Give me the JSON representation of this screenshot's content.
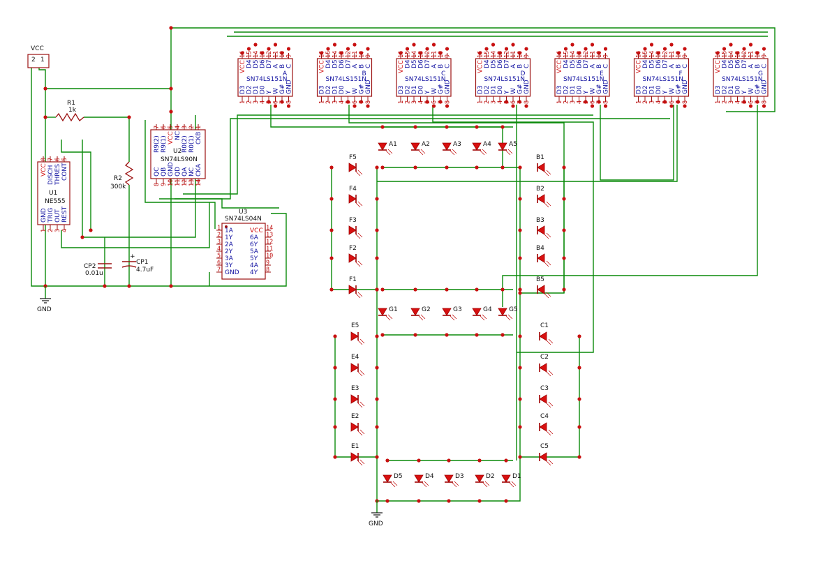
{
  "power": {
    "vcc_label": "VCC",
    "gnd_label": "GND",
    "vcc_pins": [
      "2",
      "1"
    ]
  },
  "resistors": [
    {
      "ref": "R1",
      "value": "1k"
    },
    {
      "ref": "R2",
      "value": "300k"
    }
  ],
  "capacitors": [
    {
      "ref": "CP2",
      "value": "0.01u"
    },
    {
      "ref": "CP1",
      "value": "4.7uF"
    }
  ],
  "u1": {
    "ref": "U1",
    "part": "NE555",
    "top_pins": [
      {
        "num": "8",
        "name": "VCC"
      },
      {
        "num": "7",
        "name": "DISCH"
      },
      {
        "num": "6",
        "name": "THRES"
      },
      {
        "num": "5",
        "name": "CONT"
      }
    ],
    "bottom_pins": [
      {
        "num": "1",
        "name": "GND"
      },
      {
        "num": "2",
        "name": "TRIG"
      },
      {
        "num": "3",
        "name": "OUT"
      },
      {
        "num": "4",
        "name": "REST"
      }
    ]
  },
  "u2": {
    "ref": "U2",
    "part": "SN74LS90N",
    "top_pins": [
      {
        "num": "7",
        "name": "R9(2)"
      },
      {
        "num": "6",
        "name": "R9(1)"
      },
      {
        "num": "5",
        "name": "VCC"
      },
      {
        "num": "4",
        "name": "NC"
      },
      {
        "num": "3",
        "name": "R0(2)"
      },
      {
        "num": "2",
        "name": "R0(1)"
      },
      {
        "num": "1",
        "name": "CKB"
      }
    ],
    "bottom_pins": [
      {
        "num": "8",
        "name": "QC"
      },
      {
        "num": "9",
        "name": "QB"
      },
      {
        "num": "10",
        "name": "GND"
      },
      {
        "num": "11",
        "name": "QD"
      },
      {
        "num": "12",
        "name": "QA"
      },
      {
        "num": "13",
        "name": "NC"
      },
      {
        "num": "14",
        "name": "CKA"
      }
    ]
  },
  "u3": {
    "ref": "U3",
    "part": "SN74LS04N",
    "left_pins": [
      {
        "num": "1",
        "name": "1A"
      },
      {
        "num": "2",
        "name": "1Y"
      },
      {
        "num": "3",
        "name": "2A"
      },
      {
        "num": "4",
        "name": "2Y"
      },
      {
        "num": "5",
        "name": "3A"
      },
      {
        "num": "6",
        "name": "3Y"
      },
      {
        "num": "7",
        "name": "GND"
      }
    ],
    "right_pins": [
      {
        "num": "14",
        "name": "VCC"
      },
      {
        "num": "13",
        "name": "6A"
      },
      {
        "num": "12",
        "name": "6Y"
      },
      {
        "num": "11",
        "name": "5A"
      },
      {
        "num": "10",
        "name": "5Y"
      },
      {
        "num": "9",
        "name": "4A"
      },
      {
        "num": "8",
        "name": "4Y"
      }
    ]
  },
  "mux": {
    "part": "SN74LS151N",
    "units": [
      "A",
      "B",
      "C",
      "D",
      "E",
      "F",
      "G"
    ],
    "top_pins": [
      {
        "num": "16",
        "name": "VCC"
      },
      {
        "num": "15",
        "name": "D4"
      },
      {
        "num": "14",
        "name": "D5"
      },
      {
        "num": "13",
        "name": "D6"
      },
      {
        "num": "12",
        "name": "D7"
      },
      {
        "num": "11",
        "name": "A"
      },
      {
        "num": "10",
        "name": "B"
      },
      {
        "num": "9",
        "name": "C"
      }
    ],
    "bottom_pins": [
      {
        "num": "1",
        "name": "D3"
      },
      {
        "num": "2",
        "name": "D2"
      },
      {
        "num": "3",
        "name": "D1"
      },
      {
        "num": "4",
        "name": "D0"
      },
      {
        "num": "5",
        "name": "Y"
      },
      {
        "num": "6",
        "name": "W"
      },
      {
        "num": "7",
        "name": "G#"
      },
      {
        "num": "8",
        "name": "GND"
      }
    ]
  },
  "leds": {
    "A": [
      "A1",
      "A2",
      "A3",
      "A4",
      "A5"
    ],
    "B": [
      "B1",
      "B2",
      "B3",
      "B4",
      "B5"
    ],
    "C": [
      "C1",
      "C2",
      "C3",
      "C4",
      "C5"
    ],
    "D": [
      "D5",
      "D4",
      "D3",
      "D2",
      "D1"
    ],
    "E": [
      "E5",
      "E4",
      "E3",
      "E2",
      "E1"
    ],
    "F": [
      "F5",
      "F4",
      "F3",
      "F2",
      "F1"
    ],
    "G": [
      "G1",
      "G2",
      "G3",
      "G4",
      "G5"
    ]
  },
  "colors": {
    "wire": "#0a8a0a",
    "outline": "#9b1111",
    "pin_text": "#c01010",
    "signal_text": "#1010a0",
    "led": "#d81010"
  }
}
